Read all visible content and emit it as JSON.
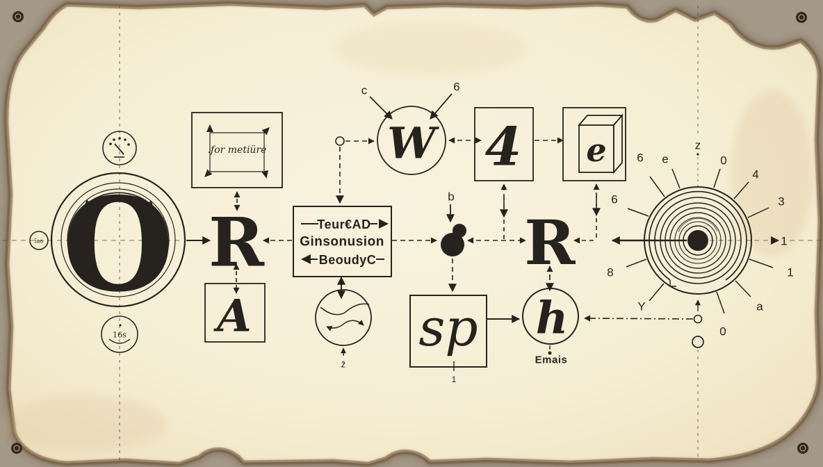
{
  "palette": {
    "ink": "#26231e",
    "paper": "#f6eed6",
    "paper_edge": "#6b4a2e",
    "background": "#a89d8b",
    "guide": "#5a554c"
  },
  "nodes": {
    "o_letter": "O",
    "o_badge": "16s",
    "o_port": "ĩao",
    "r_left": "R",
    "a_letter": "A",
    "measure_label": ".for metiüre",
    "proc_line1": "Teur€AD",
    "proc_line2": "Ginsonusion",
    "proc_line3": "BeoudyC",
    "w_letter": "W",
    "c_label": "c",
    "six_label": "6",
    "four_letter": "4",
    "book_letter": "e",
    "b_label": "b",
    "r_right": "R",
    "sp_letter": "sp",
    "sp_tick": "1",
    "h_letter": "h",
    "h_caption": "Emais",
    "wave_label": "z̄"
  },
  "sunburst": {
    "labels": [
      "z",
      "0",
      "4",
      "3",
      "1",
      "1",
      "a",
      "0",
      "Y",
      "8",
      "6",
      "6",
      "e"
    ]
  }
}
